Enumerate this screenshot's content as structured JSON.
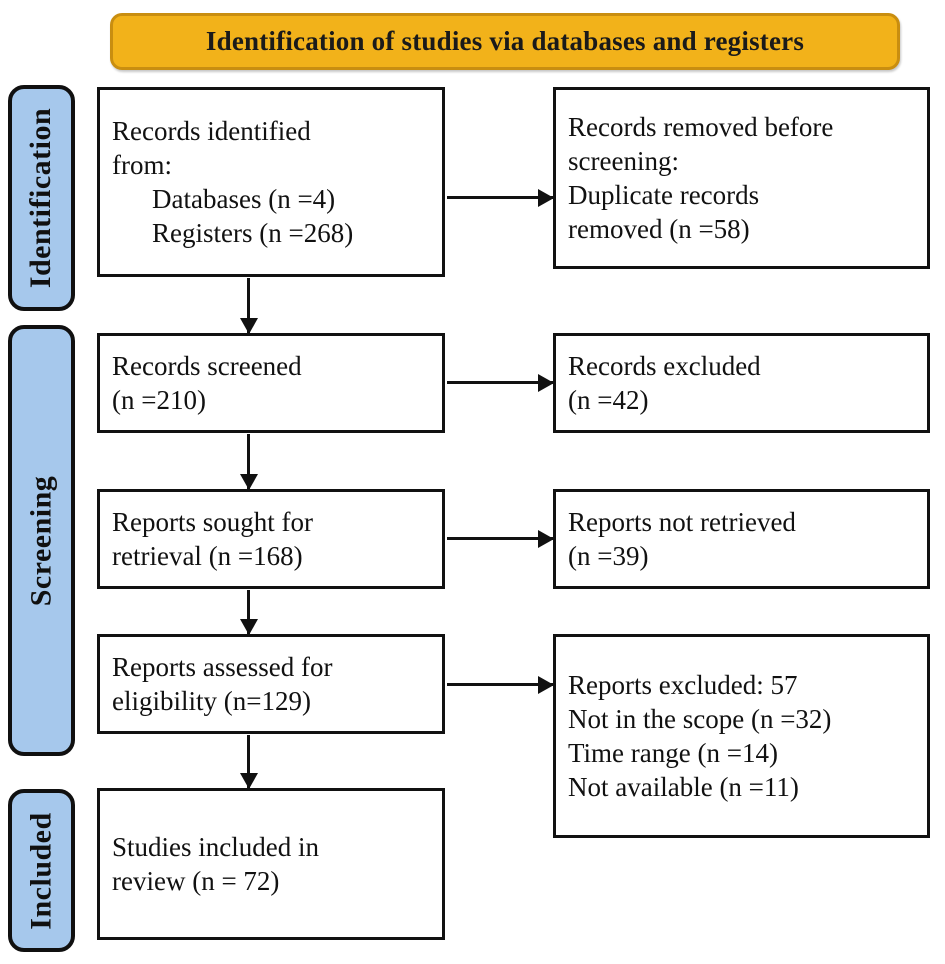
{
  "header": {
    "title": "Identification of studies via databases and registers"
  },
  "stages": [
    {
      "id": "identification",
      "label": "Identification"
    },
    {
      "id": "screening",
      "label": "Screening"
    },
    {
      "id": "included",
      "label": "Included"
    }
  ],
  "boxes": {
    "identified": {
      "line1": "Records identified",
      "line2": "from:",
      "line3": "Databases (n =4)",
      "line4": "Registers (n =268)"
    },
    "removed": {
      "line1a": "Records removed ",
      "line1b": "before",
      "line2a": "screening",
      "line2b": ":",
      "line3": "Duplicate records",
      "line4": "removed (n =58)"
    },
    "screened": {
      "line1": "Records screened",
      "line2": "(n =210)"
    },
    "excluded": {
      "line1": "Records excluded",
      "line2": "(n =42)"
    },
    "sought": {
      "line1": "Reports sought for",
      "line2": "retrieval (n =168)"
    },
    "not_retrieved": {
      "line1": "Reports not retrieved",
      "line2": "(n =39)"
    },
    "assessed": {
      "line1": "Reports assessed for",
      "line2": "eligibility (n=129)"
    },
    "reports_excluded": {
      "line1": "Reports excluded: 57",
      "line2": "Not in the scope (n =32)",
      "line3": "Time range (n =14)",
      "line4": "Not available (n =11)"
    },
    "included": {
      "line1": "Studies included in",
      "line2": "review (n = 72)"
    }
  },
  "colors": {
    "header_fill": "#F2B21A",
    "header_border": "#C98E10",
    "stage_fill": "#A6C8EC",
    "stroke": "#111111",
    "box_fill": "#FFFFFF"
  },
  "chart_data": {
    "type": "diagram",
    "title": "Identification of studies via databases and registers",
    "nodes": [
      {
        "id": "identified",
        "stage": "Identification",
        "column": "left",
        "label": "Records identified from: Databases (n =4) Registers (n =268)",
        "counts": {
          "databases": 4,
          "registers": 268
        }
      },
      {
        "id": "removed",
        "stage": "Identification",
        "column": "right",
        "label": "Records removed before screening: Duplicate records removed (n =58)",
        "counts": {
          "duplicates_removed": 58
        }
      },
      {
        "id": "screened",
        "stage": "Screening",
        "column": "left",
        "label": "Records screened (n =210)",
        "counts": {
          "n": 210
        }
      },
      {
        "id": "excluded",
        "stage": "Screening",
        "column": "right",
        "label": "Records excluded (n =42)",
        "counts": {
          "n": 42
        }
      },
      {
        "id": "sought",
        "stage": "Screening",
        "column": "left",
        "label": "Reports sought for retrieval (n =168)",
        "counts": {
          "n": 168
        }
      },
      {
        "id": "not_retrieved",
        "stage": "Screening",
        "column": "right",
        "label": "Reports not retrieved (n =39)",
        "counts": {
          "n": 39
        }
      },
      {
        "id": "assessed",
        "stage": "Screening",
        "column": "left",
        "label": "Reports assessed for eligibility (n=129)",
        "counts": {
          "n": 129
        }
      },
      {
        "id": "reports_excluded",
        "stage": "Screening",
        "column": "right",
        "label": "Reports excluded: 57; Not in the scope (n =32); Time range (n =14); Not available (n =11)",
        "counts": {
          "total": 57,
          "not_in_scope": 32,
          "time_range": 14,
          "not_available": 11
        }
      },
      {
        "id": "included",
        "stage": "Included",
        "column": "left",
        "label": "Studies included in review (n = 72)",
        "counts": {
          "n": 72
        }
      }
    ],
    "edges": [
      {
        "from": "identified",
        "to": "removed",
        "direction": "horizontal"
      },
      {
        "from": "identified",
        "to": "screened",
        "direction": "vertical"
      },
      {
        "from": "screened",
        "to": "excluded",
        "direction": "horizontal"
      },
      {
        "from": "screened",
        "to": "sought",
        "direction": "vertical"
      },
      {
        "from": "sought",
        "to": "not_retrieved",
        "direction": "horizontal"
      },
      {
        "from": "sought",
        "to": "assessed",
        "direction": "vertical"
      },
      {
        "from": "assessed",
        "to": "reports_excluded",
        "direction": "horizontal"
      },
      {
        "from": "assessed",
        "to": "included",
        "direction": "vertical"
      }
    ]
  }
}
